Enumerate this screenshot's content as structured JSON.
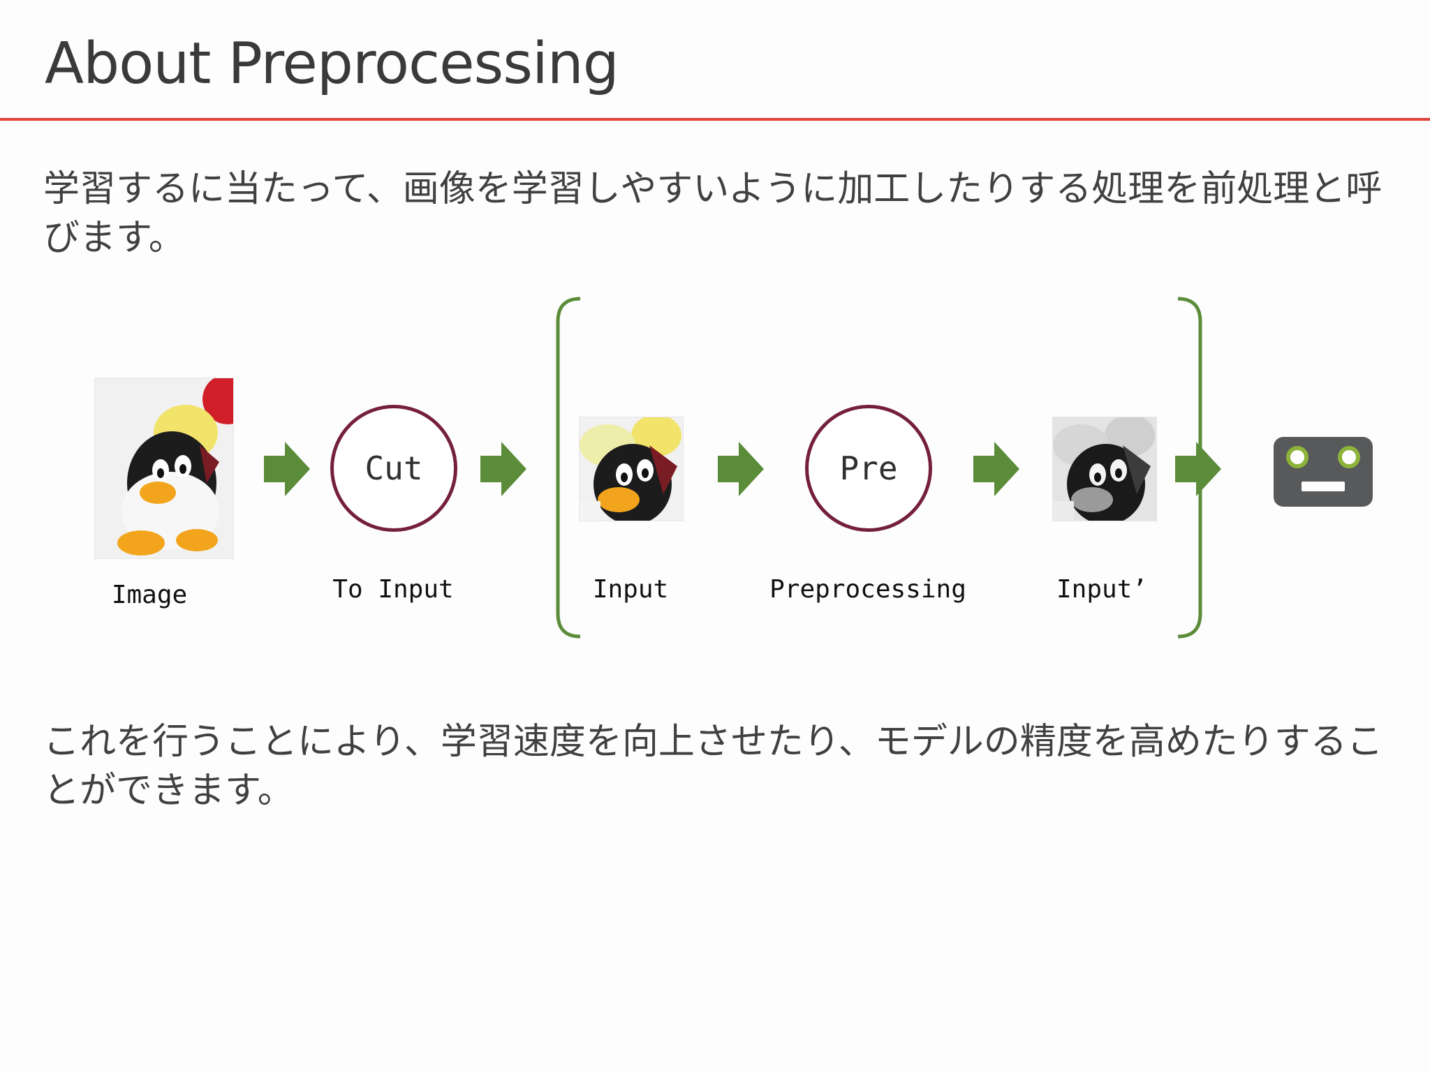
{
  "slide": {
    "title": "About Preprocessing",
    "paragraph_1": "学習するに当たって、画像を学習しやすいように加工したりする処理を前処理と呼びます。",
    "paragraph_2": "これを行うことにより、学習速度を向上させたり、モデルの精度を高めたりすることができます。"
  },
  "diagram": {
    "nodes": {
      "cut": "Cut",
      "pre": "Pre"
    },
    "captions": {
      "image": "Image",
      "to_input": "To Input",
      "input": "Input",
      "preprocessing": "Preprocessing",
      "input_prime": "Input’"
    },
    "icons": [
      "photo-penguin-plush",
      "robot-face-icon"
    ]
  },
  "colors": {
    "accent_rule": "#e0413a",
    "arrow_green": "#5b8c3a",
    "node_ring": "#74203d",
    "robot_body": "#58595b",
    "robot_eye": "#8cb33a"
  }
}
